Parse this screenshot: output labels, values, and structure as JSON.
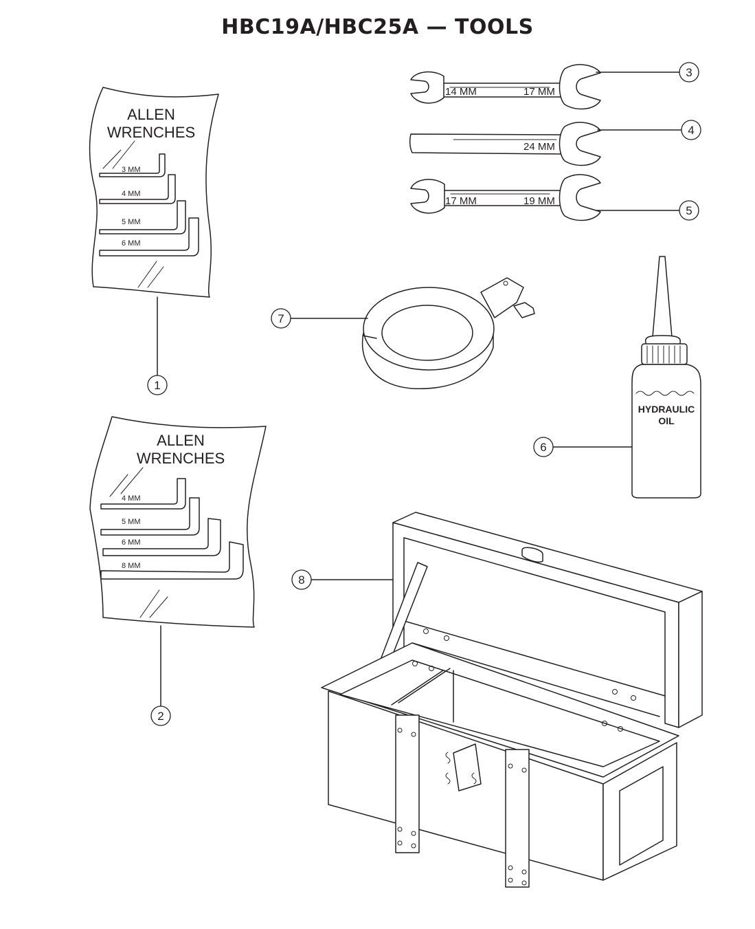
{
  "title": "HBC19A/HBC25A — TOOLS",
  "allen_set_1": {
    "heading_line1": "ALLEN",
    "heading_line2": "WRENCHES",
    "sizes": [
      "3 MM",
      "4 MM",
      "5 MM",
      "6 MM"
    ],
    "callout": "1"
  },
  "allen_set_2": {
    "heading_line1": "ALLEN",
    "heading_line2": "WRENCHES",
    "sizes": [
      "4 MM",
      "5 MM",
      "6 MM",
      "8 MM"
    ],
    "callout": "2"
  },
  "wrench_3": {
    "left_size": "14 MM",
    "right_size": "17 MM",
    "callout": "3"
  },
  "wrench_4": {
    "size": "24 MM",
    "callout": "4"
  },
  "wrench_5": {
    "left_size": "17 MM",
    "right_size": "19 MM",
    "callout": "5"
  },
  "hydraulic_oil": {
    "label_line1": "HYDRAULIC",
    "label_line2": "OIL",
    "callout": "6"
  },
  "clamp": {
    "callout": "7"
  },
  "tool_box": {
    "callout": "8"
  }
}
